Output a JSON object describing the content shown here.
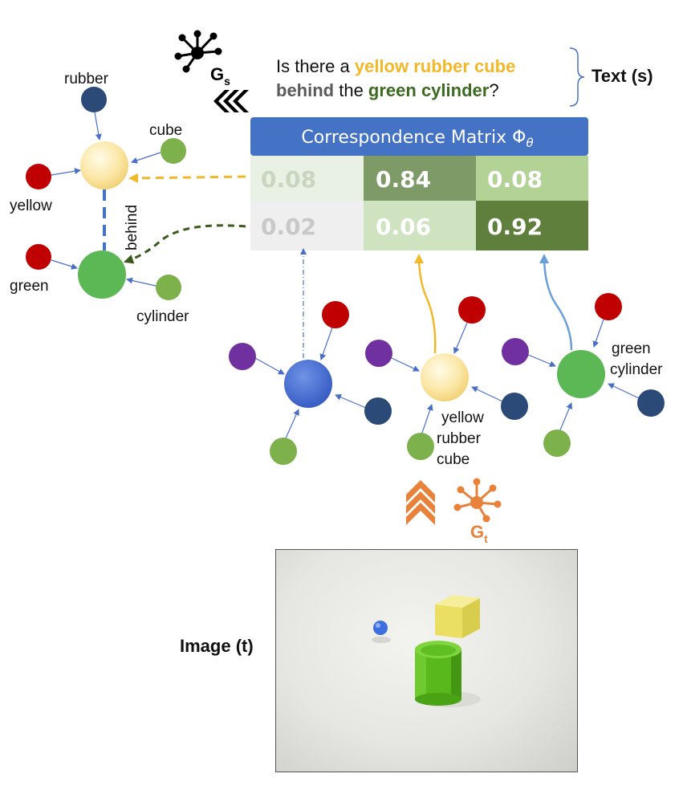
{
  "question": {
    "part1": "Is there a ",
    "hl1": "yellow rubber cube",
    "hl2": "behind",
    "part2": " the ",
    "hl3": "green cylinder",
    "part3": "?"
  },
  "text_label": "Text (s)",
  "image_label": "Image (t)",
  "graph_s": {
    "letter": "G",
    "sub": "s"
  },
  "graph_t": {
    "letter": "G",
    "sub": "t"
  },
  "matrix": {
    "title": "Correspondence Matrix Φ",
    "title_sub": "θ",
    "rows": [
      [
        "0.08",
        "0.84",
        "0.08"
      ],
      [
        "0.02",
        "0.06",
        "0.92"
      ]
    ]
  },
  "text_graph_labels": {
    "rubber": "rubber",
    "cube": "cube",
    "yellow": "yellow",
    "behind": "behind",
    "green": "green",
    "cylinder": "cylinder"
  },
  "image_graph_labels": {
    "yellow_line1": "yellow",
    "yellow_line2": "rubber",
    "yellow_line3": "cube",
    "green_line1": "green",
    "green_line2": "cylinder"
  },
  "colors": {
    "header_blue": "#4472c4",
    "yellow_text": "#f2b829",
    "green_text": "#3d6b22",
    "behind_text": "#5a5a5a",
    "orange": "#e8823a"
  }
}
